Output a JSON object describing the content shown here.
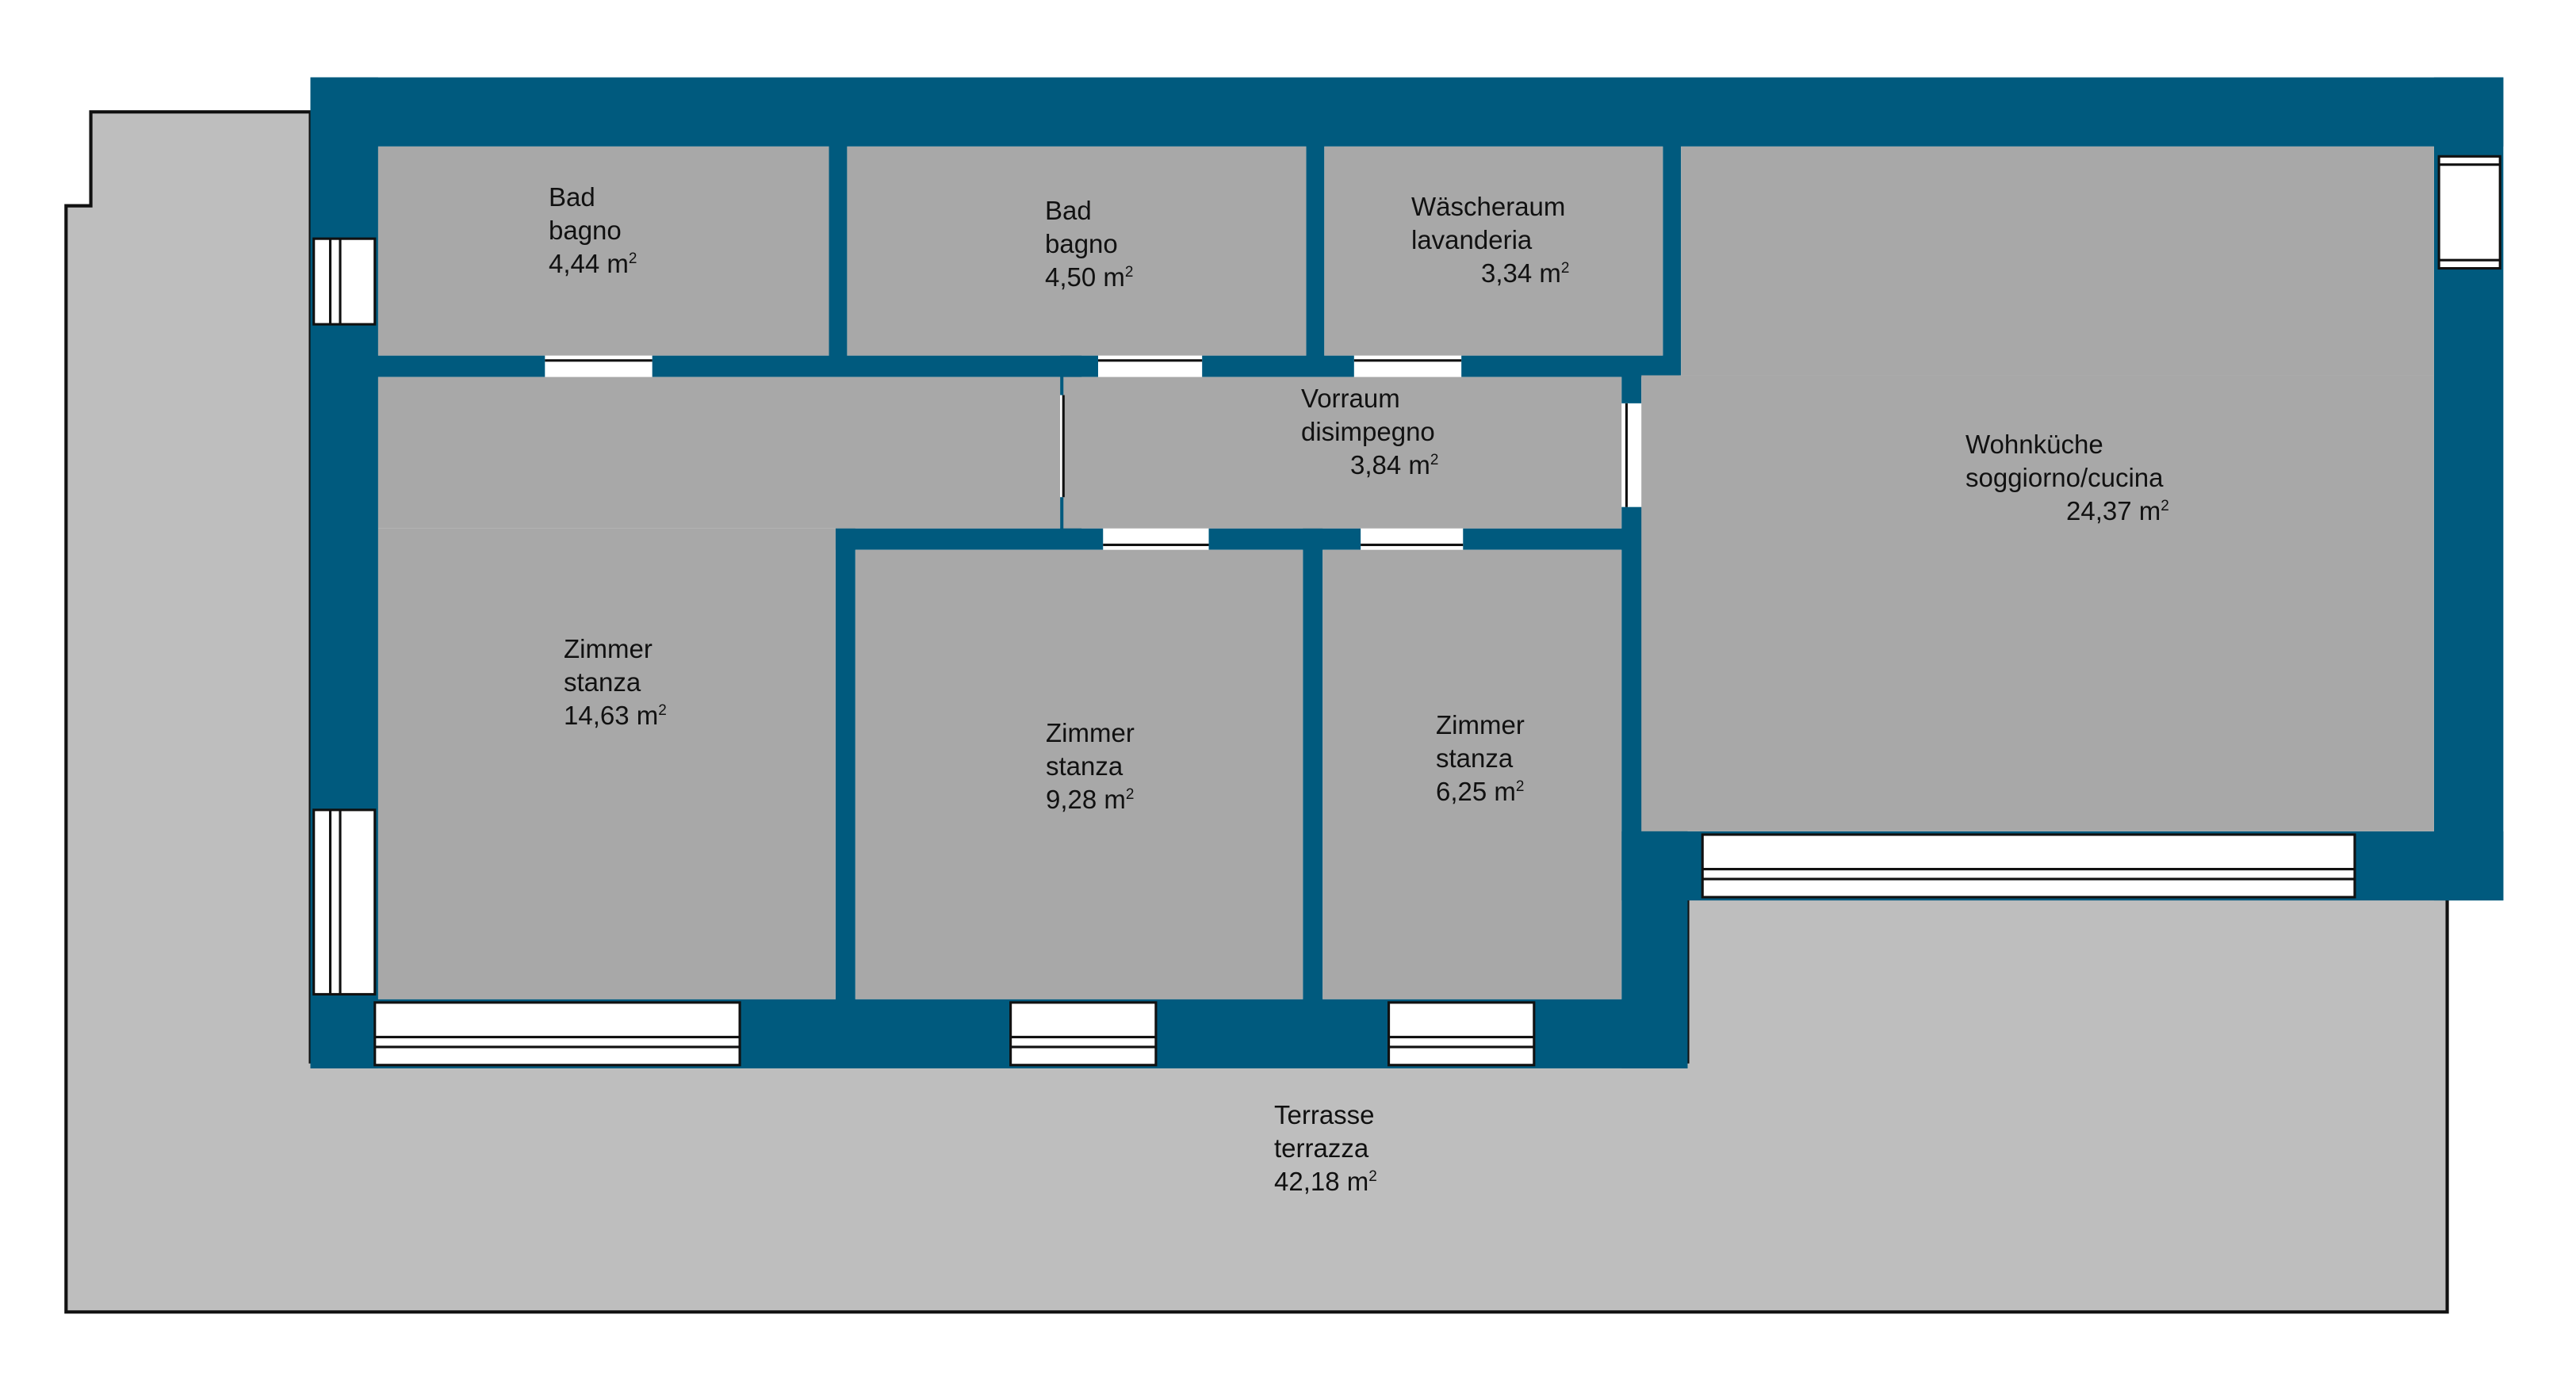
{
  "colors": {
    "wall": "#005a7e",
    "room_floor": "#a8a8a8",
    "terrace_floor": "#bebebe",
    "outline": "#111111",
    "window": "#ffffff",
    "background": "#ffffff"
  },
  "rooms": [
    {
      "id": "bad-1",
      "name_de": "Bad",
      "name_it": "bagno",
      "area": "4,44",
      "unit": "m",
      "exp": "2"
    },
    {
      "id": "bad-2",
      "name_de": "Bad",
      "name_it": "bagno",
      "area": "4,50",
      "unit": "m",
      "exp": "2"
    },
    {
      "id": "waescheraum",
      "name_de": "Wäscheraum",
      "name_it": "lavanderia",
      "area": "3,34",
      "unit": "m",
      "exp": "2"
    },
    {
      "id": "vorraum",
      "name_de": "Vorraum",
      "name_it": "disimpegno",
      "area": "3,84",
      "unit": "m",
      "exp": "2"
    },
    {
      "id": "wohnkueche",
      "name_de": "Wohnküche",
      "name_it": "soggiorno/cucina",
      "area": "24,37",
      "unit": "m",
      "exp": "2"
    },
    {
      "id": "zimmer-1",
      "name_de": "Zimmer",
      "name_it": "stanza",
      "area": "14,63",
      "unit": "m",
      "exp": "2"
    },
    {
      "id": "zimmer-2",
      "name_de": "Zimmer",
      "name_it": "stanza",
      "area": "9,28",
      "unit": "m",
      "exp": "2"
    },
    {
      "id": "zimmer-3",
      "name_de": "Zimmer",
      "name_it": "stanza",
      "area": "6,25",
      "unit": "m",
      "exp": "2"
    },
    {
      "id": "terrasse",
      "name_de": "Terrasse",
      "name_it": "terrazza",
      "area": "42,18",
      "unit": "m",
      "exp": "2"
    }
  ]
}
